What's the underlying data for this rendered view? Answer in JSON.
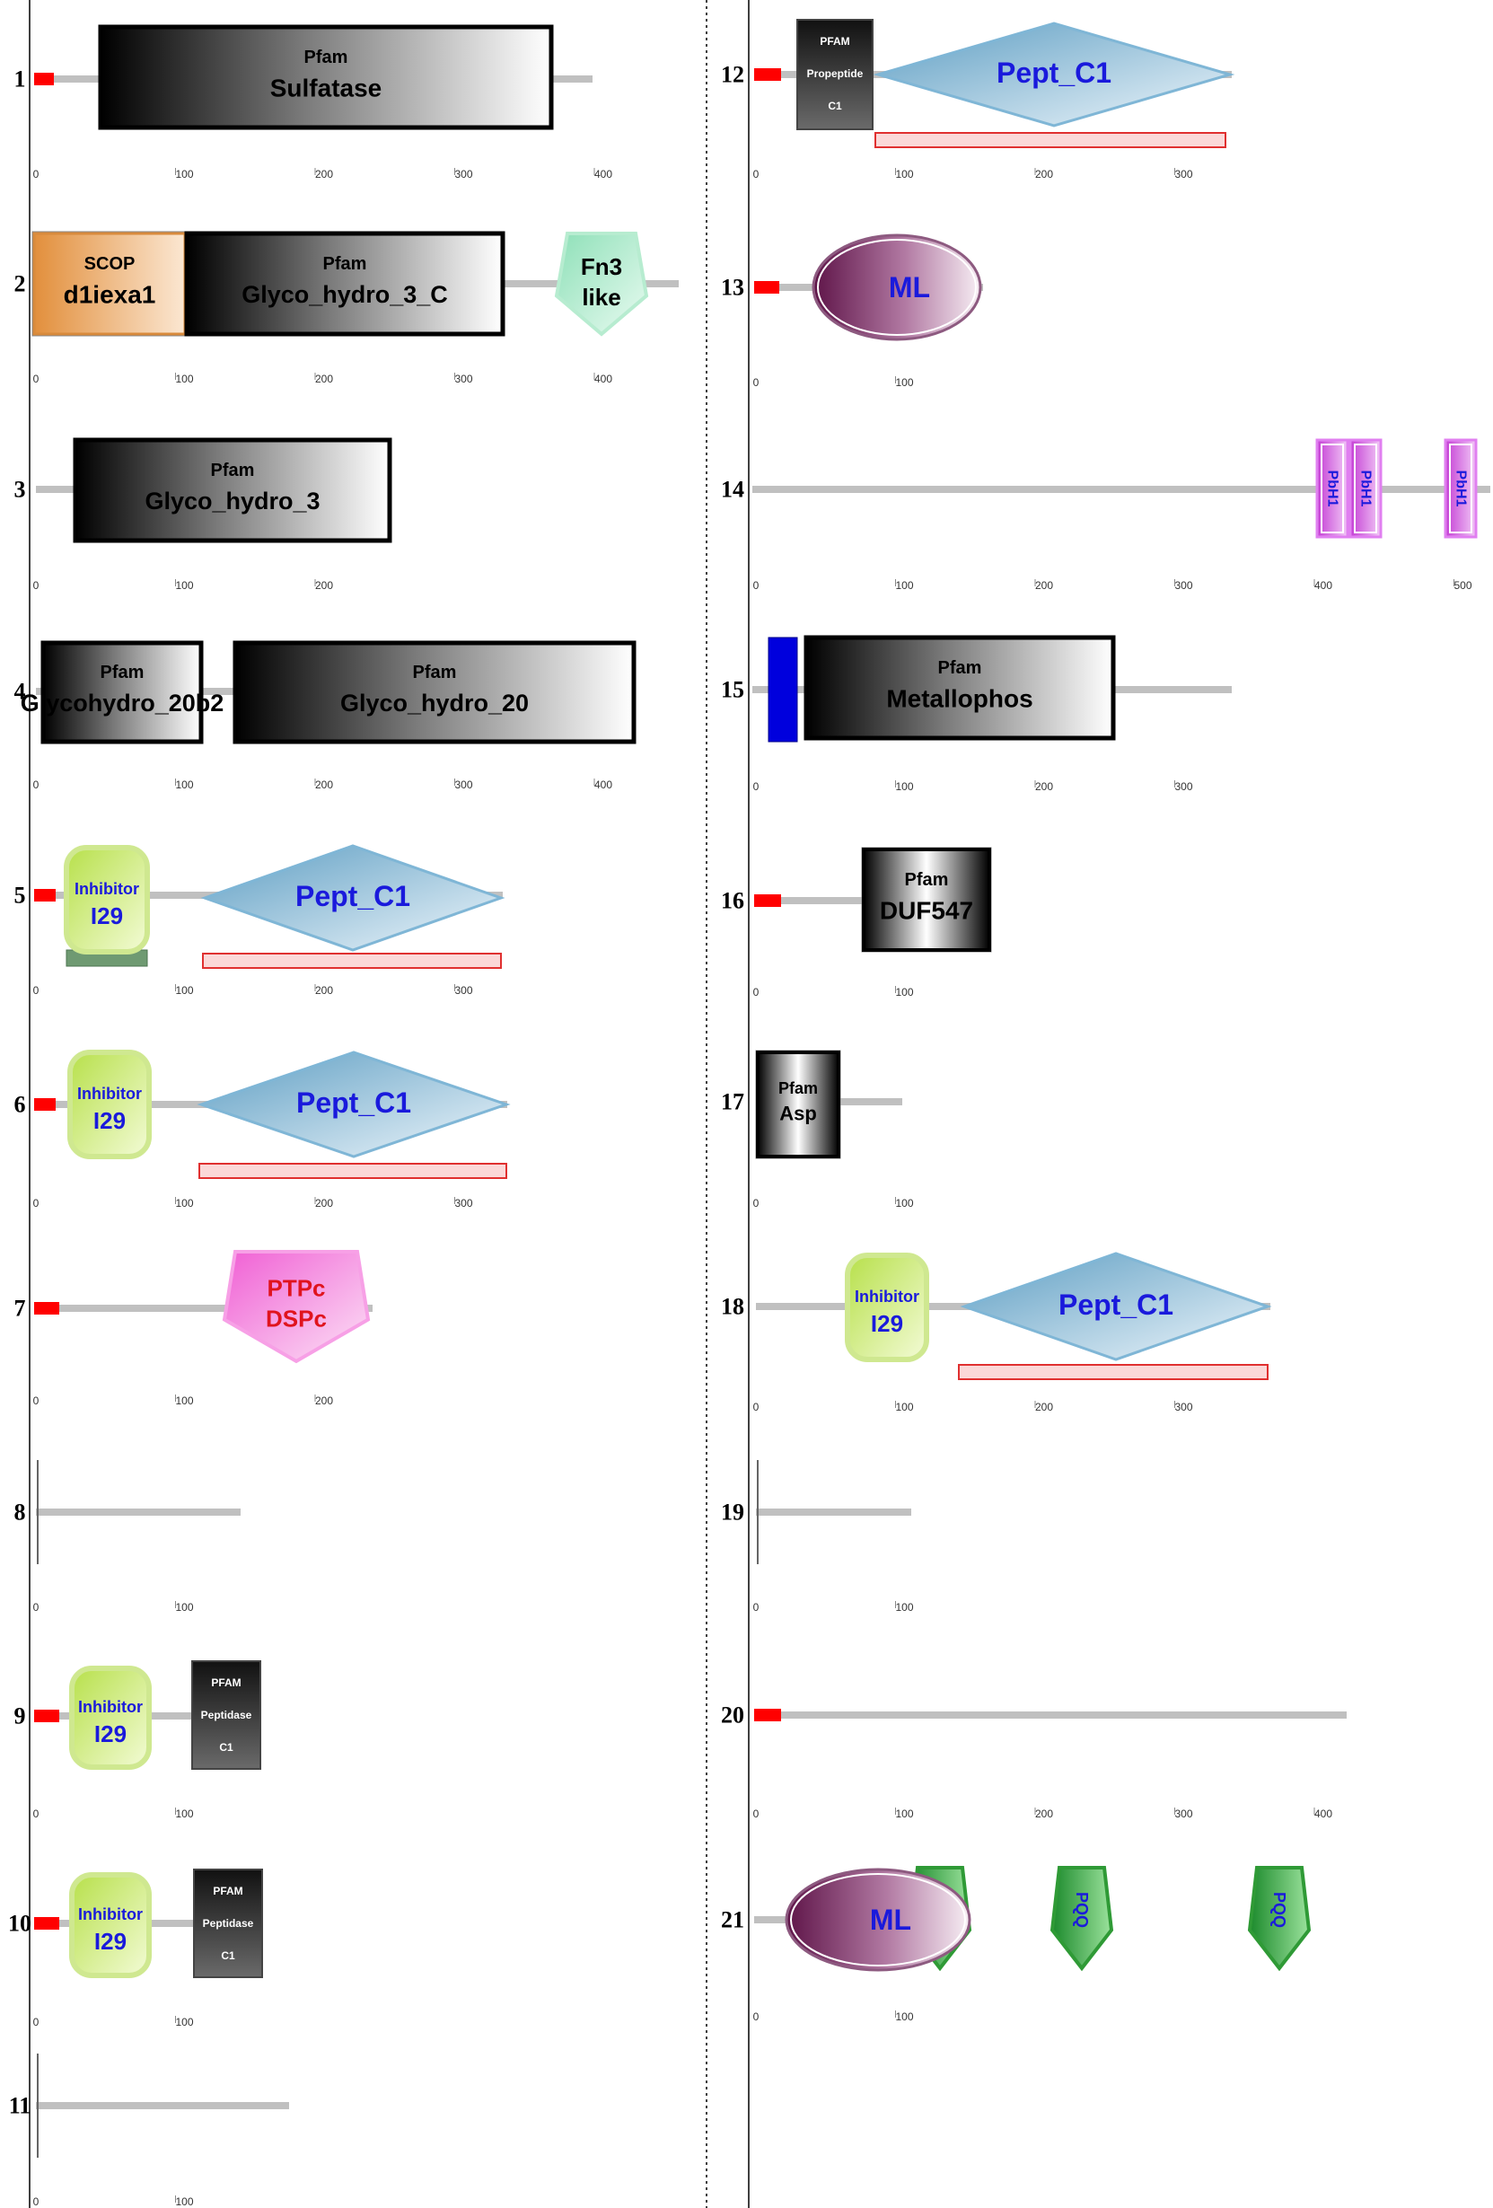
{
  "proteins": [
    {
      "number": "1",
      "axis_ticks": [
        "0",
        "100",
        "200",
        "300",
        "400"
      ],
      "domains": [
        {
          "kind": "box",
          "source": "Pfam",
          "name": "Sulfatase",
          "palette": "pfam"
        }
      ]
    },
    {
      "number": "2",
      "axis_ticks": [
        "0",
        "100",
        "200",
        "300",
        "400"
      ],
      "domains": [
        {
          "kind": "box",
          "source": "SCOP",
          "name": "d1iexa1",
          "palette": "scop"
        },
        {
          "kind": "box",
          "source": "Pfam",
          "name": "Glyco_hydro_3_C",
          "palette": "pfam"
        },
        {
          "kind": "pentagon",
          "lines": [
            "Fn3",
            "like"
          ],
          "palette": "fn3"
        }
      ]
    },
    {
      "number": "3",
      "axis_ticks": [
        "0",
        "100",
        "200"
      ],
      "domains": [
        {
          "kind": "box",
          "source": "Pfam",
          "name": "Glyco_hydro_3",
          "palette": "pfam"
        }
      ]
    },
    {
      "number": "4",
      "axis_ticks": [
        "0",
        "100",
        "200",
        "300",
        "400"
      ],
      "domains": [
        {
          "kind": "box",
          "source": "Pfam",
          "name": "Glycohydro_20b2",
          "palette": "pfam"
        },
        {
          "kind": "box",
          "source": "Pfam",
          "name": "Glyco_hydro_20",
          "palette": "pfam"
        }
      ]
    },
    {
      "number": "5",
      "axis_ticks": [
        "0",
        "100",
        "200",
        "300"
      ],
      "domains": [
        {
          "kind": "rounded",
          "lines": [
            "Inhibitor",
            "I29"
          ],
          "palette": "inhibitor"
        },
        {
          "kind": "diamond",
          "name": "Pept_C1",
          "palette": "pept"
        }
      ]
    },
    {
      "number": "6",
      "axis_ticks": [
        "0",
        "100",
        "200",
        "300"
      ],
      "domains": [
        {
          "kind": "rounded",
          "lines": [
            "Inhibitor",
            "I29"
          ],
          "palette": "inhibitor"
        },
        {
          "kind": "diamond",
          "name": "Pept_C1",
          "palette": "pept"
        }
      ]
    },
    {
      "number": "7",
      "axis_ticks": [
        "0",
        "100",
        "200"
      ],
      "domains": [
        {
          "kind": "pentagon",
          "lines": [
            "PTPc",
            "DSPc"
          ],
          "palette": "ptp"
        }
      ]
    },
    {
      "number": "8",
      "axis_ticks": [
        "0",
        "100"
      ],
      "domains": []
    },
    {
      "number": "9",
      "axis_ticks": [
        "0",
        "100"
      ],
      "domains": [
        {
          "kind": "rounded",
          "lines": [
            "Inhibitor",
            "I29"
          ],
          "palette": "inhibitor"
        },
        {
          "kind": "smallbox",
          "lines": [
            "PFAM",
            "Peptidase",
            "C1"
          ],
          "palette": "pfamdark"
        }
      ]
    },
    {
      "number": "10",
      "axis_ticks": [
        "0",
        "100"
      ],
      "domains": [
        {
          "kind": "rounded",
          "lines": [
            "Inhibitor",
            "I29"
          ],
          "palette": "inhibitor"
        },
        {
          "kind": "smallbox",
          "lines": [
            "PFAM",
            "Peptidase",
            "C1"
          ],
          "palette": "pfamdark"
        }
      ]
    },
    {
      "number": "11",
      "axis_ticks": [
        "0",
        "100"
      ],
      "domains": []
    },
    {
      "number": "12",
      "axis_ticks": [
        "0",
        "100",
        "200",
        "300"
      ],
      "domains": [
        {
          "kind": "smallbox",
          "lines": [
            "PFAM",
            "Propeptide",
            "C1"
          ],
          "palette": "pfamdark"
        },
        {
          "kind": "diamond",
          "name": "Pept_C1",
          "palette": "pept"
        }
      ]
    },
    {
      "number": "13",
      "axis_ticks": [
        "0",
        "100"
      ],
      "domains": [
        {
          "kind": "ellipse",
          "name": "ML",
          "palette": "ml"
        }
      ]
    },
    {
      "number": "14",
      "axis_ticks": [
        "0",
        "100",
        "200",
        "300",
        "400",
        "500"
      ],
      "domains": [
        {
          "kind": "vbox",
          "name": "PbH1",
          "palette": "pbh1"
        },
        {
          "kind": "vbox",
          "name": "PbH1",
          "palette": "pbh1"
        },
        {
          "kind": "vbox",
          "name": "PbH1",
          "palette": "pbh1"
        }
      ]
    },
    {
      "number": "15",
      "axis_ticks": [
        "0",
        "100",
        "200",
        "300"
      ],
      "domains": [
        {
          "kind": "box",
          "source": "Pfam",
          "name": "Metallophos",
          "palette": "pfam"
        }
      ]
    },
    {
      "number": "16",
      "axis_ticks": [
        "0",
        "100"
      ],
      "domains": [
        {
          "kind": "box",
          "source": "Pfam",
          "name": "DUF547",
          "palette": "pfamsmall"
        }
      ]
    },
    {
      "number": "17",
      "axis_ticks": [
        "0",
        "100"
      ],
      "domains": [
        {
          "kind": "box",
          "source": "Pfam",
          "name": "Asp",
          "palette": "pfamsmall"
        }
      ]
    },
    {
      "number": "18",
      "axis_ticks": [
        "0",
        "100",
        "200",
        "300"
      ],
      "domains": [
        {
          "kind": "rounded",
          "lines": [
            "Inhibitor",
            "I29"
          ],
          "palette": "inhibitor"
        },
        {
          "kind": "diamond",
          "name": "Pept_C1",
          "palette": "pept"
        }
      ]
    },
    {
      "number": "19",
      "axis_ticks": [
        "0",
        "100"
      ],
      "domains": []
    },
    {
      "number": "20",
      "axis_ticks": [
        "0",
        "100",
        "200",
        "300",
        "400"
      ],
      "domains": [
        {
          "kind": "pqq",
          "name": "PQQ",
          "palette": "pqq"
        },
        {
          "kind": "pqq",
          "name": "PQQ",
          "palette": "pqq"
        },
        {
          "kind": "pqq",
          "name": "PQQ",
          "palette": "pqq"
        }
      ]
    },
    {
      "number": "21",
      "axis_ticks": [
        "0",
        "100"
      ],
      "domains": [
        {
          "kind": "ellipse",
          "name": "ML",
          "palette": "ml"
        }
      ]
    }
  ],
  "colors": {
    "backbone": "#c0c0c0",
    "signal_peptide": "#ff0000",
    "transmembrane": "#0000dd",
    "low_complexity_fill": "#fbd8d8",
    "low_complexity_border": "#e03030",
    "propeptide_bar": "#6f9a72",
    "domain_text_blue": "#1a1adc",
    "domain_text_red": "#e0141e",
    "column_divider": "#000000"
  }
}
